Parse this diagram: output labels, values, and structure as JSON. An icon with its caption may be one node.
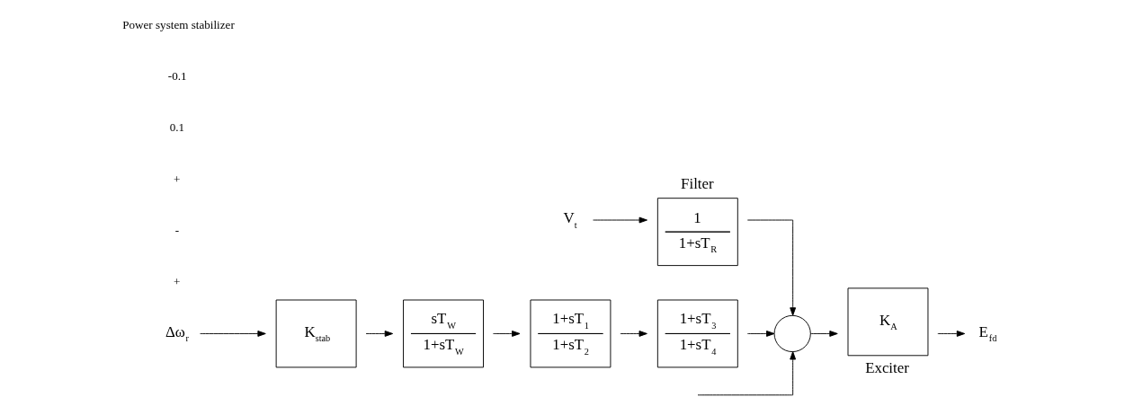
{
  "diagram": {
    "nodes": [
      {
        "text": [
          "V$_{t}$"
        ]
      },
      {
        "text": [
          "1",
          "1+sT$_{R}$"
        ],
        "beside": [
          "Filter"
        ]
      },
      {
        "text": [],
        "shape": "circle"
      },
      {
        "text": [
          "K$_{A}$"
        ],
        "beside": [
          "Exciter"
        ]
      },
      {
        "text": [
          "E$_{fd}$"
        ]
      },
      {
        "text": [
          "Δω$_{r}$"
        ]
      },
      {
        "text": [
          "K$_{stab}$"
        ]
      },
      {
        "text": [
          "sT$_{W}$",
          "1+sT$_{W}$"
        ]
      },
      {
        "text": [
          "1+sT$_{1}$",
          "1+sT$_{2}$"
        ]
      },
      {
        "text": [
          "1+sT$_{3}$",
          "1+sT$_{4}$"
        ]
      }
    ],
    "edges": [
      {
        "from": 0,
        "to": 1,
        "arrow": "to"
      },
      {
        "from": 1,
        "to": 2,
        "arrow": "to"
      },
      {
        "from": null,
        "to": 2,
        "arrow": "to"
      },
      {
        "from": 2,
        "to": 3,
        "arrow": "to"
      },
      {
        "from": 3,
        "to": 4,
        "arrow": "to"
      },
      {
        "from": 5,
        "to": 6,
        "arrow": "to"
      },
      {
        "from": 6,
        "to": 7,
        "arrow": "to"
      },
      {
        "from": 7,
        "to": 8,
        "arrow": "to"
      },
      {
        "from": 8,
        "to": 9,
        "arrow": "to"
      },
      {
        "from": 9,
        "to": 2,
        "arrow": "to"
      }
    ],
    "labels": [
      "+",
      "-",
      "+",
      "0.1",
      "-0.1",
      "Power system stabilizer"
    ]
  }
}
